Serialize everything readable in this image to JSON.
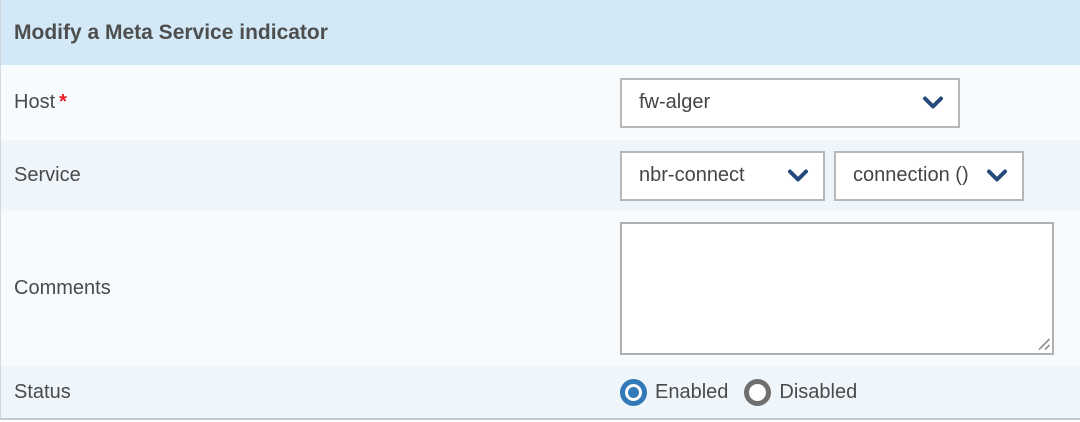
{
  "header": {
    "title": "Modify a Meta Service indicator"
  },
  "colors": {
    "header_bg": "#d3e9f7",
    "row_light": "#f7fbfe",
    "row_tint": "#eef5fb",
    "accent_blue": "#3279b7",
    "chevron_blue": "#26497c",
    "required_red": "#f11c23",
    "select_border": "#b7b7b7"
  },
  "form": {
    "host": {
      "label": "Host",
      "required_marker": "*",
      "selected_value": "fw-alger"
    },
    "service": {
      "label": "Service",
      "service_selected_value": "nbr-connect",
      "metric_selected_value": "connection ()"
    },
    "comments": {
      "label": "Comments",
      "value": "",
      "placeholder": ""
    },
    "status": {
      "label": "Status",
      "options": [
        {
          "label": "Enabled",
          "selected": true
        },
        {
          "label": "Disabled",
          "selected": false
        }
      ]
    }
  }
}
